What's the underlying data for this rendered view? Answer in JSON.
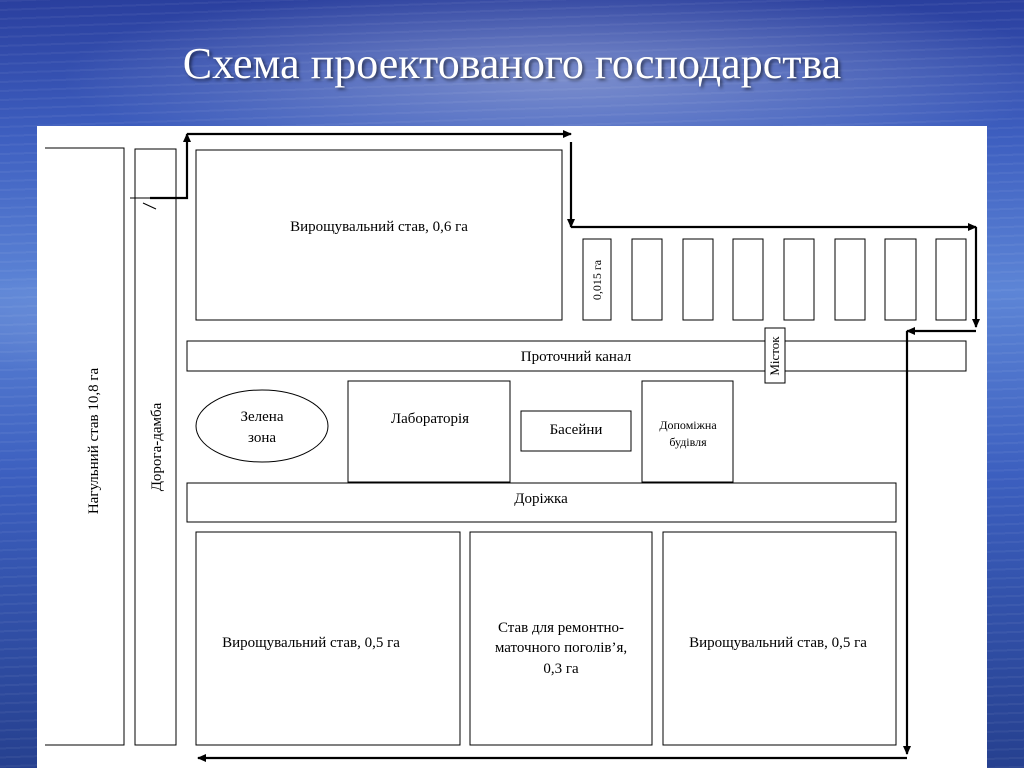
{
  "title": "Схема проектованого господарства",
  "labels": {
    "pond_top": "Вирощувальний став, 0,6 га",
    "small_pond": "0,015 га",
    "channel": "Проточний канал",
    "bridge": "Місток",
    "green_zone_line1": "Зелена",
    "green_zone_line2": "зона",
    "lab": "Лабораторія",
    "pools": "Басейни",
    "aux_line1": "Допоміжна",
    "aux_line2": "будівля",
    "path": "Доріжка",
    "pond_left": "Вирощувальний став, 0,5 га",
    "brood_line1": "Став для ремонтно-",
    "brood_line2": "маточного поголів’я,",
    "brood_line3": "0,3 га",
    "pond_right": "Вирощувальний став, 0,5 га",
    "feeding_pond": "Нагульний став 10,8 га",
    "road_dam": "Дорога-дамба"
  },
  "colors": {
    "line": "#000000",
    "panel": "#ffffff",
    "title": "#ffffff"
  }
}
